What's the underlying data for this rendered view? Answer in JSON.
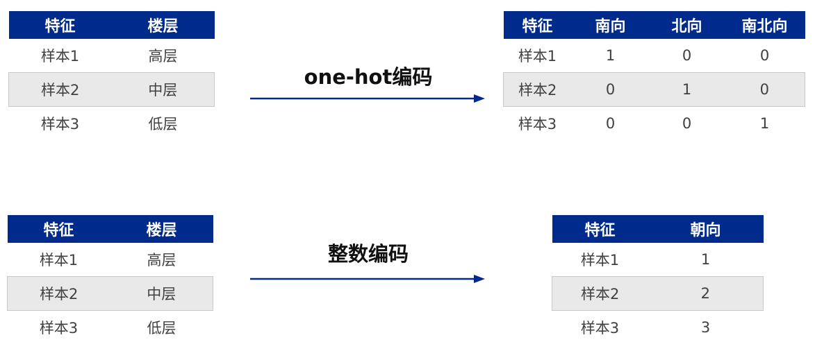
{
  "top": {
    "source_table": {
      "headers": [
        "特征",
        "楼层"
      ],
      "rows": [
        [
          "样本1",
          "高层"
        ],
        [
          "样本2",
          "中层"
        ],
        [
          "样本3",
          "低层"
        ]
      ]
    },
    "method_label": "one-hot编码",
    "result_table": {
      "headers": [
        "特征",
        "南向",
        "北向",
        "南北向"
      ],
      "rows": [
        [
          "样本1",
          "1",
          "0",
          "0"
        ],
        [
          "样本2",
          "0",
          "1",
          "0"
        ],
        [
          "样本3",
          "0",
          "0",
          "1"
        ]
      ]
    }
  },
  "bottom": {
    "source_table": {
      "headers": [
        "特征",
        "楼层"
      ],
      "rows": [
        [
          "样本1",
          "高层"
        ],
        [
          "样本2",
          "中层"
        ],
        [
          "样本3",
          "低层"
        ]
      ]
    },
    "method_label": "整数编码",
    "result_table": {
      "headers": [
        "特征",
        "朝向"
      ],
      "rows": [
        [
          "样本1",
          "1"
        ],
        [
          "样本2",
          "2"
        ],
        [
          "样本3",
          "3"
        ]
      ]
    }
  },
  "colors": {
    "header_bg": "#002a8c",
    "arrow": "#002a8c",
    "shaded_row": "#e9e9e9"
  }
}
